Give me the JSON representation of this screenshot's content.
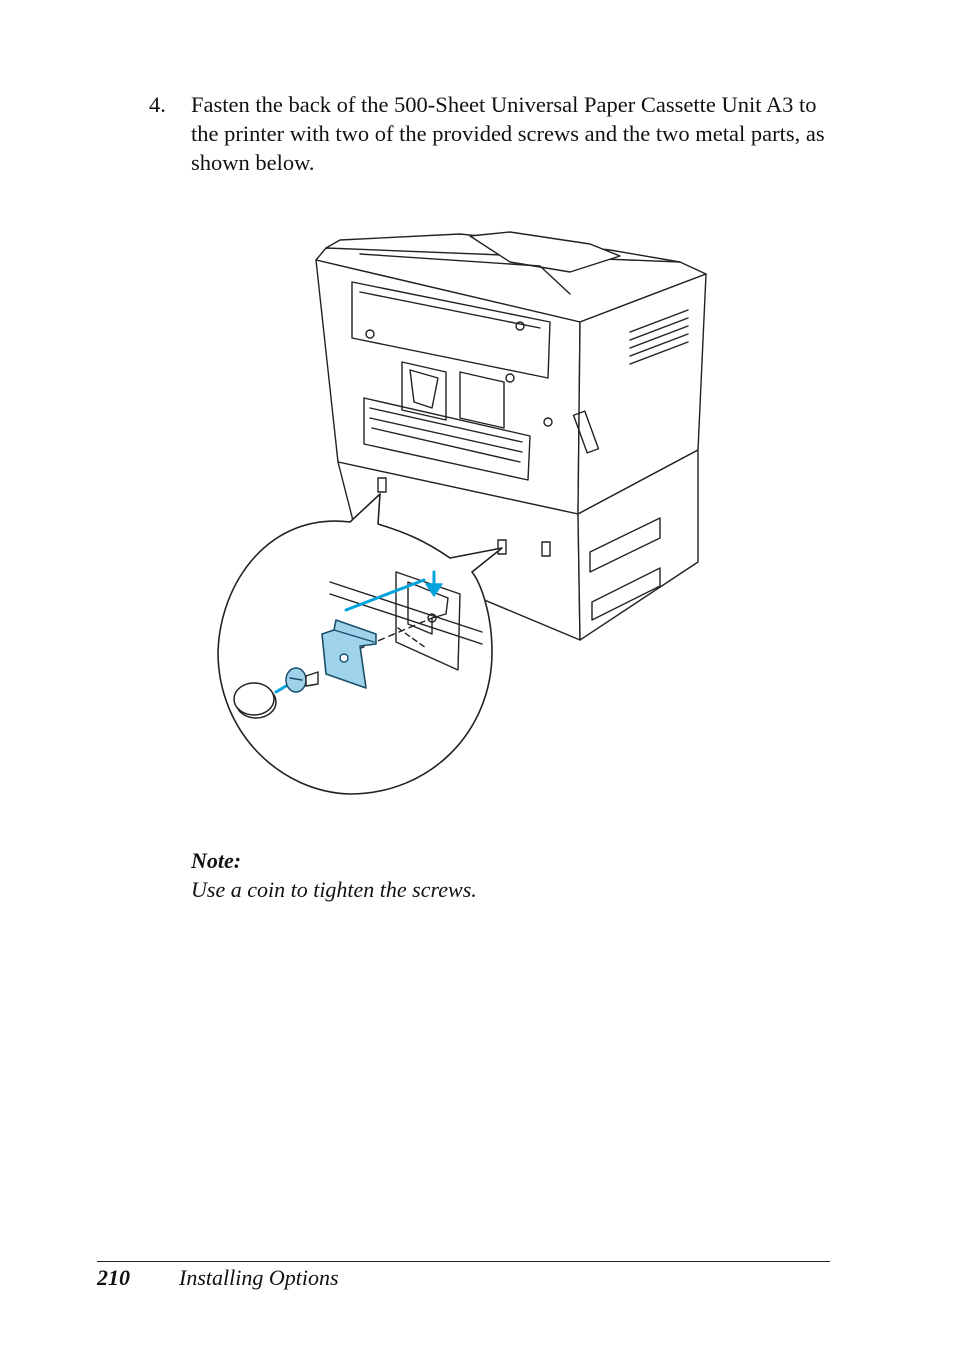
{
  "step": {
    "number": "4.",
    "text": "Fasten the back of the 500-Sheet Universal Paper Cassette Unit A3 to the printer with two of the provided screws and the two metal parts, as shown below."
  },
  "figure": {
    "accent_color": "#00a4dc",
    "part_fill_color": "#9fd3ec"
  },
  "note": {
    "title": "Note:",
    "text": "Use a coin to tighten the screws."
  },
  "footer": {
    "page_number": "210",
    "section": "Installing Options"
  }
}
